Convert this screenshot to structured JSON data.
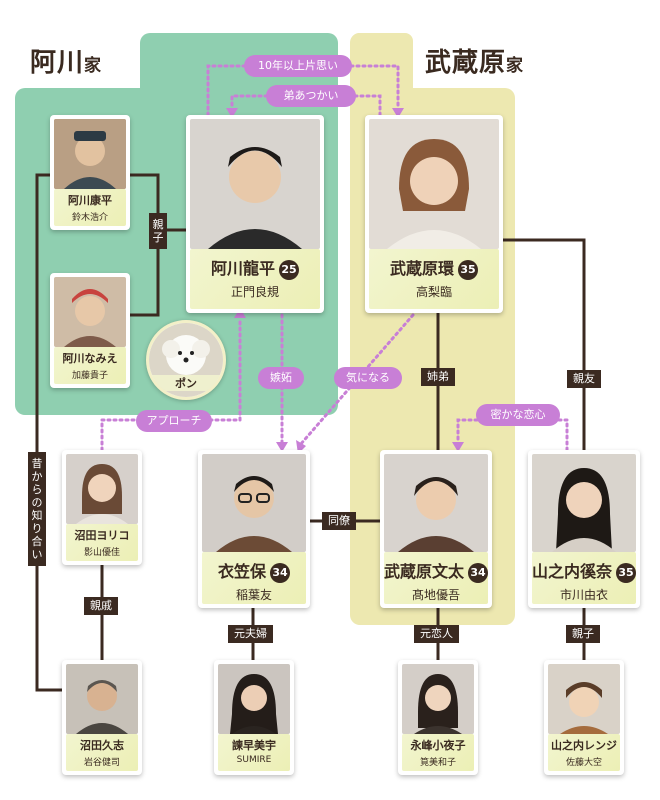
{
  "families": {
    "agawa": {
      "name": "阿川",
      "suffix": "家",
      "color": "#8fcfb0"
    },
    "musashihara": {
      "name": "武蔵原",
      "suffix": "家",
      "color": "#ede8b0"
    }
  },
  "characters": {
    "kouhei": {
      "name": "阿川康平",
      "actor": "鈴木浩介"
    },
    "namie": {
      "name": "阿川なみえ",
      "actor": "加藤貴子"
    },
    "ryuhei": {
      "name": "阿川龍平",
      "age": "25",
      "actor": "正門良規"
    },
    "tamaki": {
      "name": "武蔵原環",
      "age": "35",
      "actor": "高梨臨"
    },
    "pon": {
      "name": "ポン"
    },
    "yoriko": {
      "name": "沼田ヨリコ",
      "actor": "影山優佳"
    },
    "tamotsu": {
      "name": "衣笠保",
      "age": "34",
      "actor": "稲葉友"
    },
    "bunta": {
      "name": "武蔵原文太",
      "age": "34",
      "actor": "髙地優吾"
    },
    "yasuna": {
      "name": "山之内徯奈",
      "age": "35",
      "actor": "市川由衣"
    },
    "hisashi": {
      "name": "沼田久志",
      "actor": "岩谷健司"
    },
    "miu": {
      "name": "諫早美宇",
      "actor": "SUMIRE"
    },
    "sayoko": {
      "name": "永峰小夜子",
      "actor": "筧美和子"
    },
    "renji": {
      "name": "山之内レンジ",
      "actor": "佐藤大空"
    }
  },
  "relations": {
    "oyako_agawa": "親子",
    "shitei": "姉弟",
    "shinyu": "親友",
    "mukashi": "昔からの知り合い",
    "doryo": "同僚",
    "shinseki": "親戚",
    "motofufu": "元夫婦",
    "motokoibito": "元恋人",
    "oyako_yamanouchi": "親子"
  },
  "feelings": {
    "kataomoi": "10年以上片思い",
    "otouto": "弟あつかい",
    "shitto": "嫉妬",
    "kininaru": "気になる",
    "approach": "アプローチ",
    "hisoka": "密かな恋心"
  },
  "colors": {
    "line": "#3b2a21",
    "feeling": "#c87fd6",
    "caption": "#f2f5cf"
  }
}
